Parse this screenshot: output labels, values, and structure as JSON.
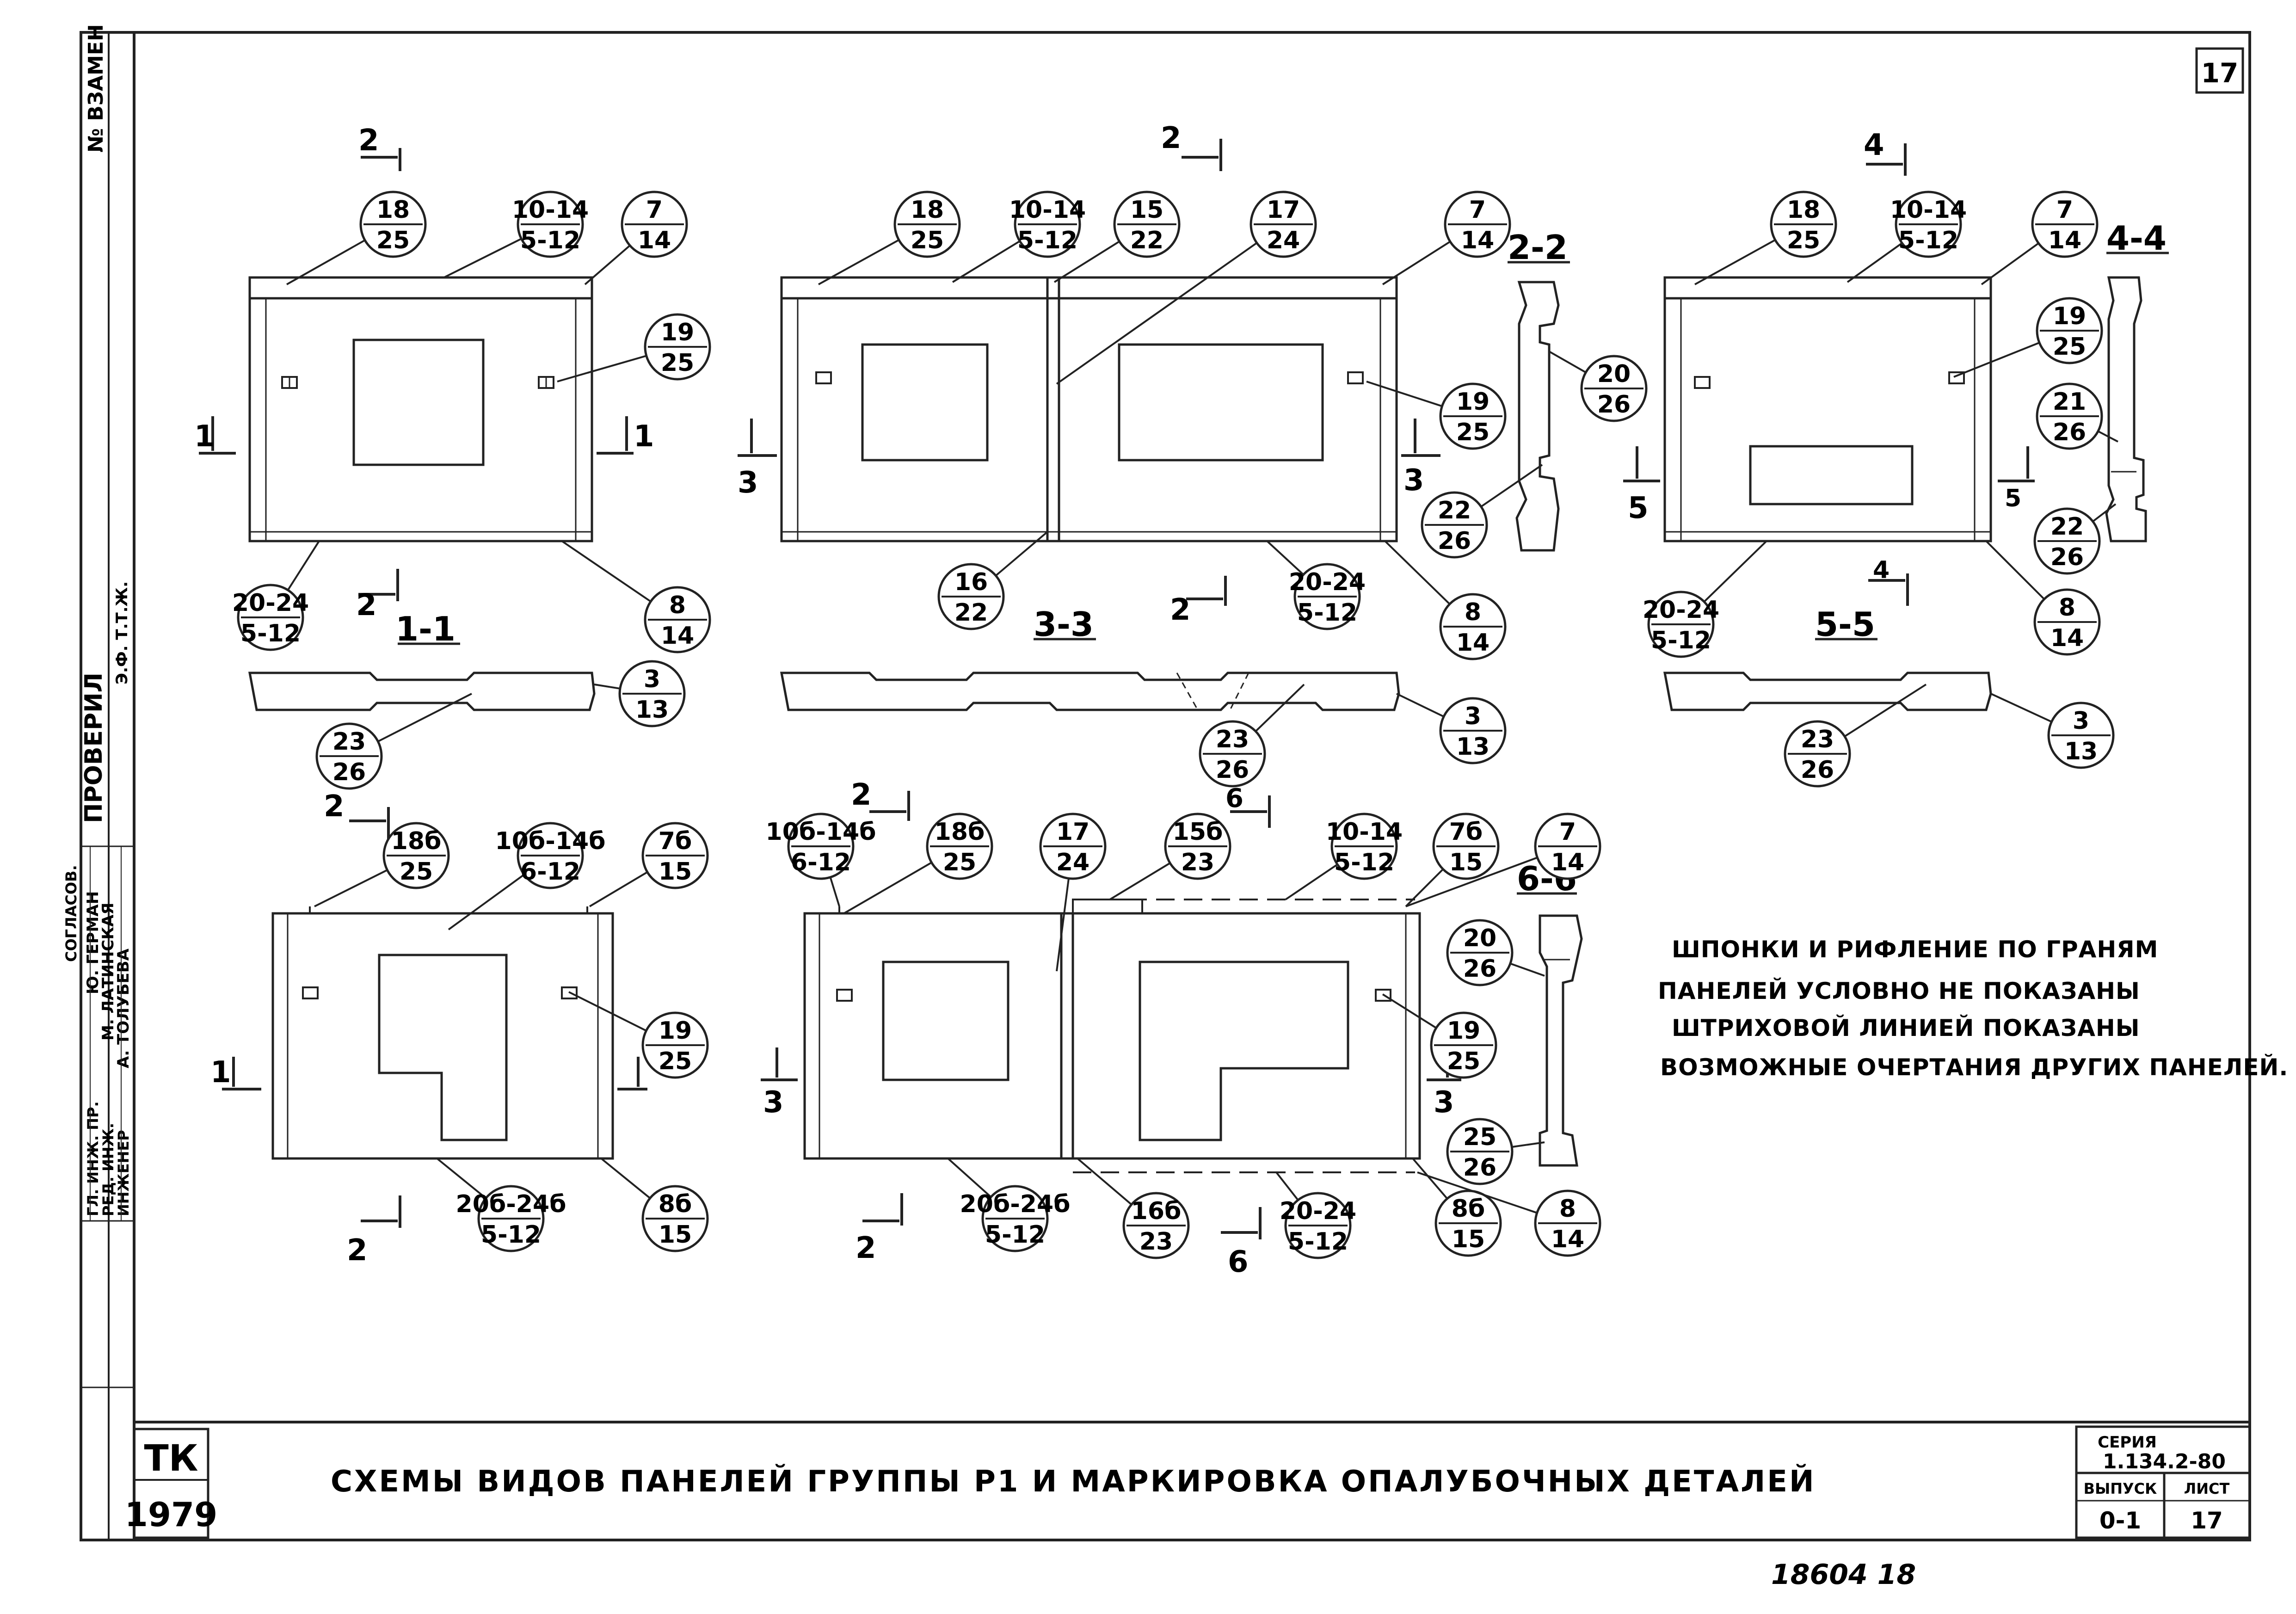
{
  "sheet": {
    "page_number": "17",
    "bottom_numbers": "18604  18",
    "stamp_tk": "ТК",
    "stamp_year": "1979",
    "title": "СХЕМЫ ВИДОВ ПАНЕЛЕЙ ГРУППЫ Р1 И МАРКИРОВКА ОПАЛУБОЧНЫХ ДЕТАЛЕЙ",
    "series_label": "СЕРИЯ",
    "series_number": "1.134.2-80",
    "issue_label": "ВЫПУСК",
    "issue_value": "0-1",
    "sheet_label": "ЛИСТ",
    "sheet_value": "17"
  },
  "left_strip": {
    "replaces": "№ ВЗАМЕН",
    "checked": "ПРОВЕРИЛ",
    "signature": "Э.Ф. Т.Т.Ж.",
    "roles": [
      "ГЛ. ИНЖ. ПР.",
      "РЕД. ИНЖ.",
      "ИНЖЕНЕР"
    ],
    "names": [
      "Ю. ГЕРМАН",
      "М. ЛАТИНСКАЯ",
      "А. ТОЛУБЕВА"
    ],
    "agreed": "СОГЛАСОВ.",
    "ped_inzh": "РЕД. ИНЖ."
  },
  "notes": [
    "ШПОНКИ И РИФЛЕНИЕ ПО ГРАНЯМ",
    "ПАНЕЛЕЙ УСЛОВНО НЕ ПОКАЗАНЫ",
    "ШТРИХОВОЙ ЛИНИЕЙ ПОКАЗАНЫ",
    "ВОЗМОЖНЫЕ ОЧЕРТАНИЯ ДРУГИХ ПАНЕЛЕЙ."
  ],
  "section_titles": {
    "s11": "1-1",
    "s22": "2-2",
    "s33": "3-3",
    "s44": "4-4",
    "s55": "5-5",
    "s66": "6-6"
  },
  "section_marks": {
    "n1": "1",
    "n2": "2",
    "n3": "3",
    "n4": "4",
    "n5": "5",
    "n6": "6"
  },
  "callouts": {
    "p1": [
      {
        "top": "18",
        "bottom": "25"
      },
      {
        "top": "10-14",
        "bottom": "5-12"
      },
      {
        "top": "7",
        "bottom": "14"
      },
      {
        "top": "19",
        "bottom": "25"
      },
      {
        "top": "20-24",
        "bottom": "5-12"
      },
      {
        "top": "8",
        "bottom": "14"
      },
      {
        "top": "3",
        "bottom": "13"
      },
      {
        "top": "23",
        "bottom": "26"
      }
    ],
    "p2": [
      {
        "top": "18",
        "bottom": "25"
      },
      {
        "top": "10-14",
        "bottom": "5-12"
      },
      {
        "top": "15",
        "bottom": "22"
      },
      {
        "top": "17",
        "bottom": "24"
      },
      {
        "top": "7",
        "bottom": "14"
      },
      {
        "top": "19",
        "bottom": "25"
      },
      {
        "top": "16",
        "bottom": "22"
      },
      {
        "top": "20-24",
        "bottom": "5-12"
      },
      {
        "top": "8",
        "bottom": "14"
      },
      {
        "top": "20",
        "bottom": "26"
      },
      {
        "top": "22",
        "bottom": "26"
      },
      {
        "top": "23",
        "bottom": "26"
      },
      {
        "top": "3",
        "bottom": "13"
      }
    ],
    "p3": [
      {
        "top": "18",
        "bottom": "25"
      },
      {
        "top": "10-14",
        "bottom": "5-12"
      },
      {
        "top": "7",
        "bottom": "14"
      },
      {
        "top": "19",
        "bottom": "25"
      },
      {
        "top": "21",
        "bottom": "26"
      },
      {
        "top": "22",
        "bottom": "26"
      },
      {
        "top": "20-24",
        "bottom": "5-12"
      },
      {
        "top": "8",
        "bottom": "14"
      },
      {
        "top": "23",
        "bottom": "26"
      },
      {
        "top": "3",
        "bottom": "13"
      }
    ],
    "p4": [
      {
        "top": "18б",
        "bottom": "25"
      },
      {
        "top": "10б-14б",
        "bottom": "6-12"
      },
      {
        "top": "7б",
        "bottom": "15"
      },
      {
        "top": "19",
        "bottom": "25"
      },
      {
        "top": "20б-24б",
        "bottom": "5-12"
      },
      {
        "top": "8б",
        "bottom": "15"
      }
    ],
    "p5": [
      {
        "top": "10б-14б",
        "bottom": "6-12"
      },
      {
        "top": "18б",
        "bottom": "25"
      },
      {
        "top": "17",
        "bottom": "24"
      },
      {
        "top": "15б",
        "bottom": "23"
      },
      {
        "top": "10-14",
        "bottom": "5-12"
      },
      {
        "top": "7б",
        "bottom": "15"
      },
      {
        "top": "7",
        "bottom": "14"
      },
      {
        "top": "19",
        "bottom": "25"
      },
      {
        "top": "20",
        "bottom": "26"
      },
      {
        "top": "25",
        "bottom": "26"
      },
      {
        "top": "20б-24б",
        "bottom": "5-12"
      },
      {
        "top": "16б",
        "bottom": "23"
      },
      {
        "top": "20-24",
        "bottom": "5-12"
      },
      {
        "top": "8б",
        "bottom": "15"
      },
      {
        "top": "8",
        "bottom": "14"
      }
    ]
  }
}
